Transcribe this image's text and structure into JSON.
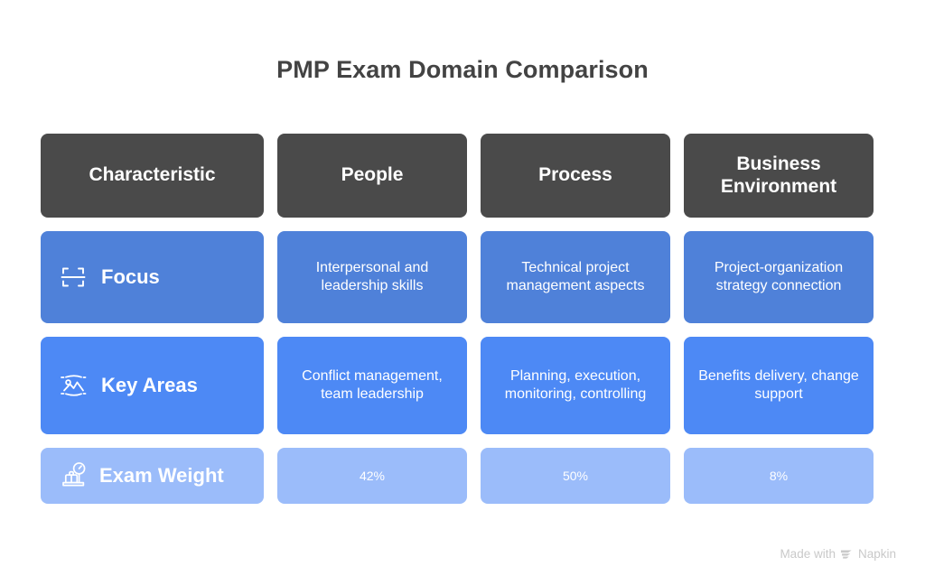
{
  "title": "PMP Exam Domain Comparison",
  "table": {
    "headers": [
      {
        "label": "Characteristic"
      },
      {
        "label": "People"
      },
      {
        "label": "Business Environment"
      },
      {
        "label": "Process"
      }
    ],
    "header_order": [
      "Characteristic",
      "People",
      "Process",
      "Business Environment"
    ],
    "columns": [
      "Characteristic",
      "People",
      "Process",
      "Business Environment"
    ],
    "rows": [
      {
        "label": "Focus",
        "icon": "scan-focus-icon",
        "people": "Interpersonal and leadership skills",
        "process": "Technical project management aspects",
        "business": "Project-organization strategy connection"
      },
      {
        "label": "Key Areas",
        "icon": "image-landscape-icon",
        "people": "Conflict management, team leadership",
        "process": "Planning, execution, monitoring, controlling",
        "business": "Benefits delivery, change support"
      },
      {
        "label": "Exam Weight",
        "icon": "luggage-scale-icon",
        "people": "42%",
        "process": "50%",
        "business": "8%"
      }
    ]
  },
  "watermark": {
    "prefix": "Made with",
    "brand": "Napkin"
  },
  "colors": {
    "header_bg": "#4a4a4a",
    "row1_bg": "#4f81d9",
    "row2_bg": "#4d89f5",
    "row3_bg": "#9bbcfa",
    "title_color": "#434343",
    "text_color": "#ffffff",
    "watermark_color": "#c9c9c9",
    "page_bg": "#ffffff"
  }
}
